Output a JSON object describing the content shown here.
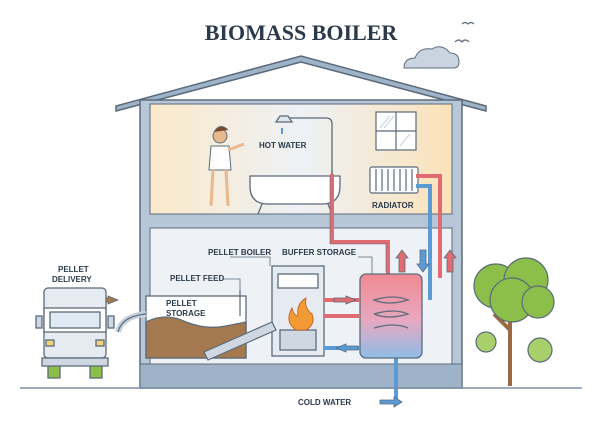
{
  "title": "BIOMASS BOILER",
  "labels": {
    "hot_water": "HOT WATER",
    "radiator": "RADIATOR",
    "pellet_boiler": "PELLET BOILER",
    "buffer_storage": "BUFFER STORAGE",
    "pellet_feed": "PELLET FEED",
    "pellet_delivery_1": "PELLET",
    "pellet_delivery_2": "DELIVERY",
    "pellet_storage_1": "PELLET",
    "pellet_storage_2": "STORAGE",
    "cold_water": "COLD WATER"
  },
  "colors": {
    "outline": "#5b6b7a",
    "house_bg": "#f7f3ec",
    "warm": "#fbe2b8",
    "cool": "#dfe9f4",
    "hot_pipe": "#e06b73",
    "cold_pipe": "#5a9bd6",
    "pellets": "#a5794f",
    "tree_leaves": "#8cbf4a",
    "tree_trunk": "#9b6a43",
    "ground": "#7a8ea6"
  },
  "icons": [
    "cloud-icon",
    "bird-icon",
    "shower-icon",
    "bathtub-icon",
    "window-icon",
    "radiator-icon",
    "truck-icon",
    "flame-icon",
    "tree-icon",
    "arrow-icon"
  ]
}
